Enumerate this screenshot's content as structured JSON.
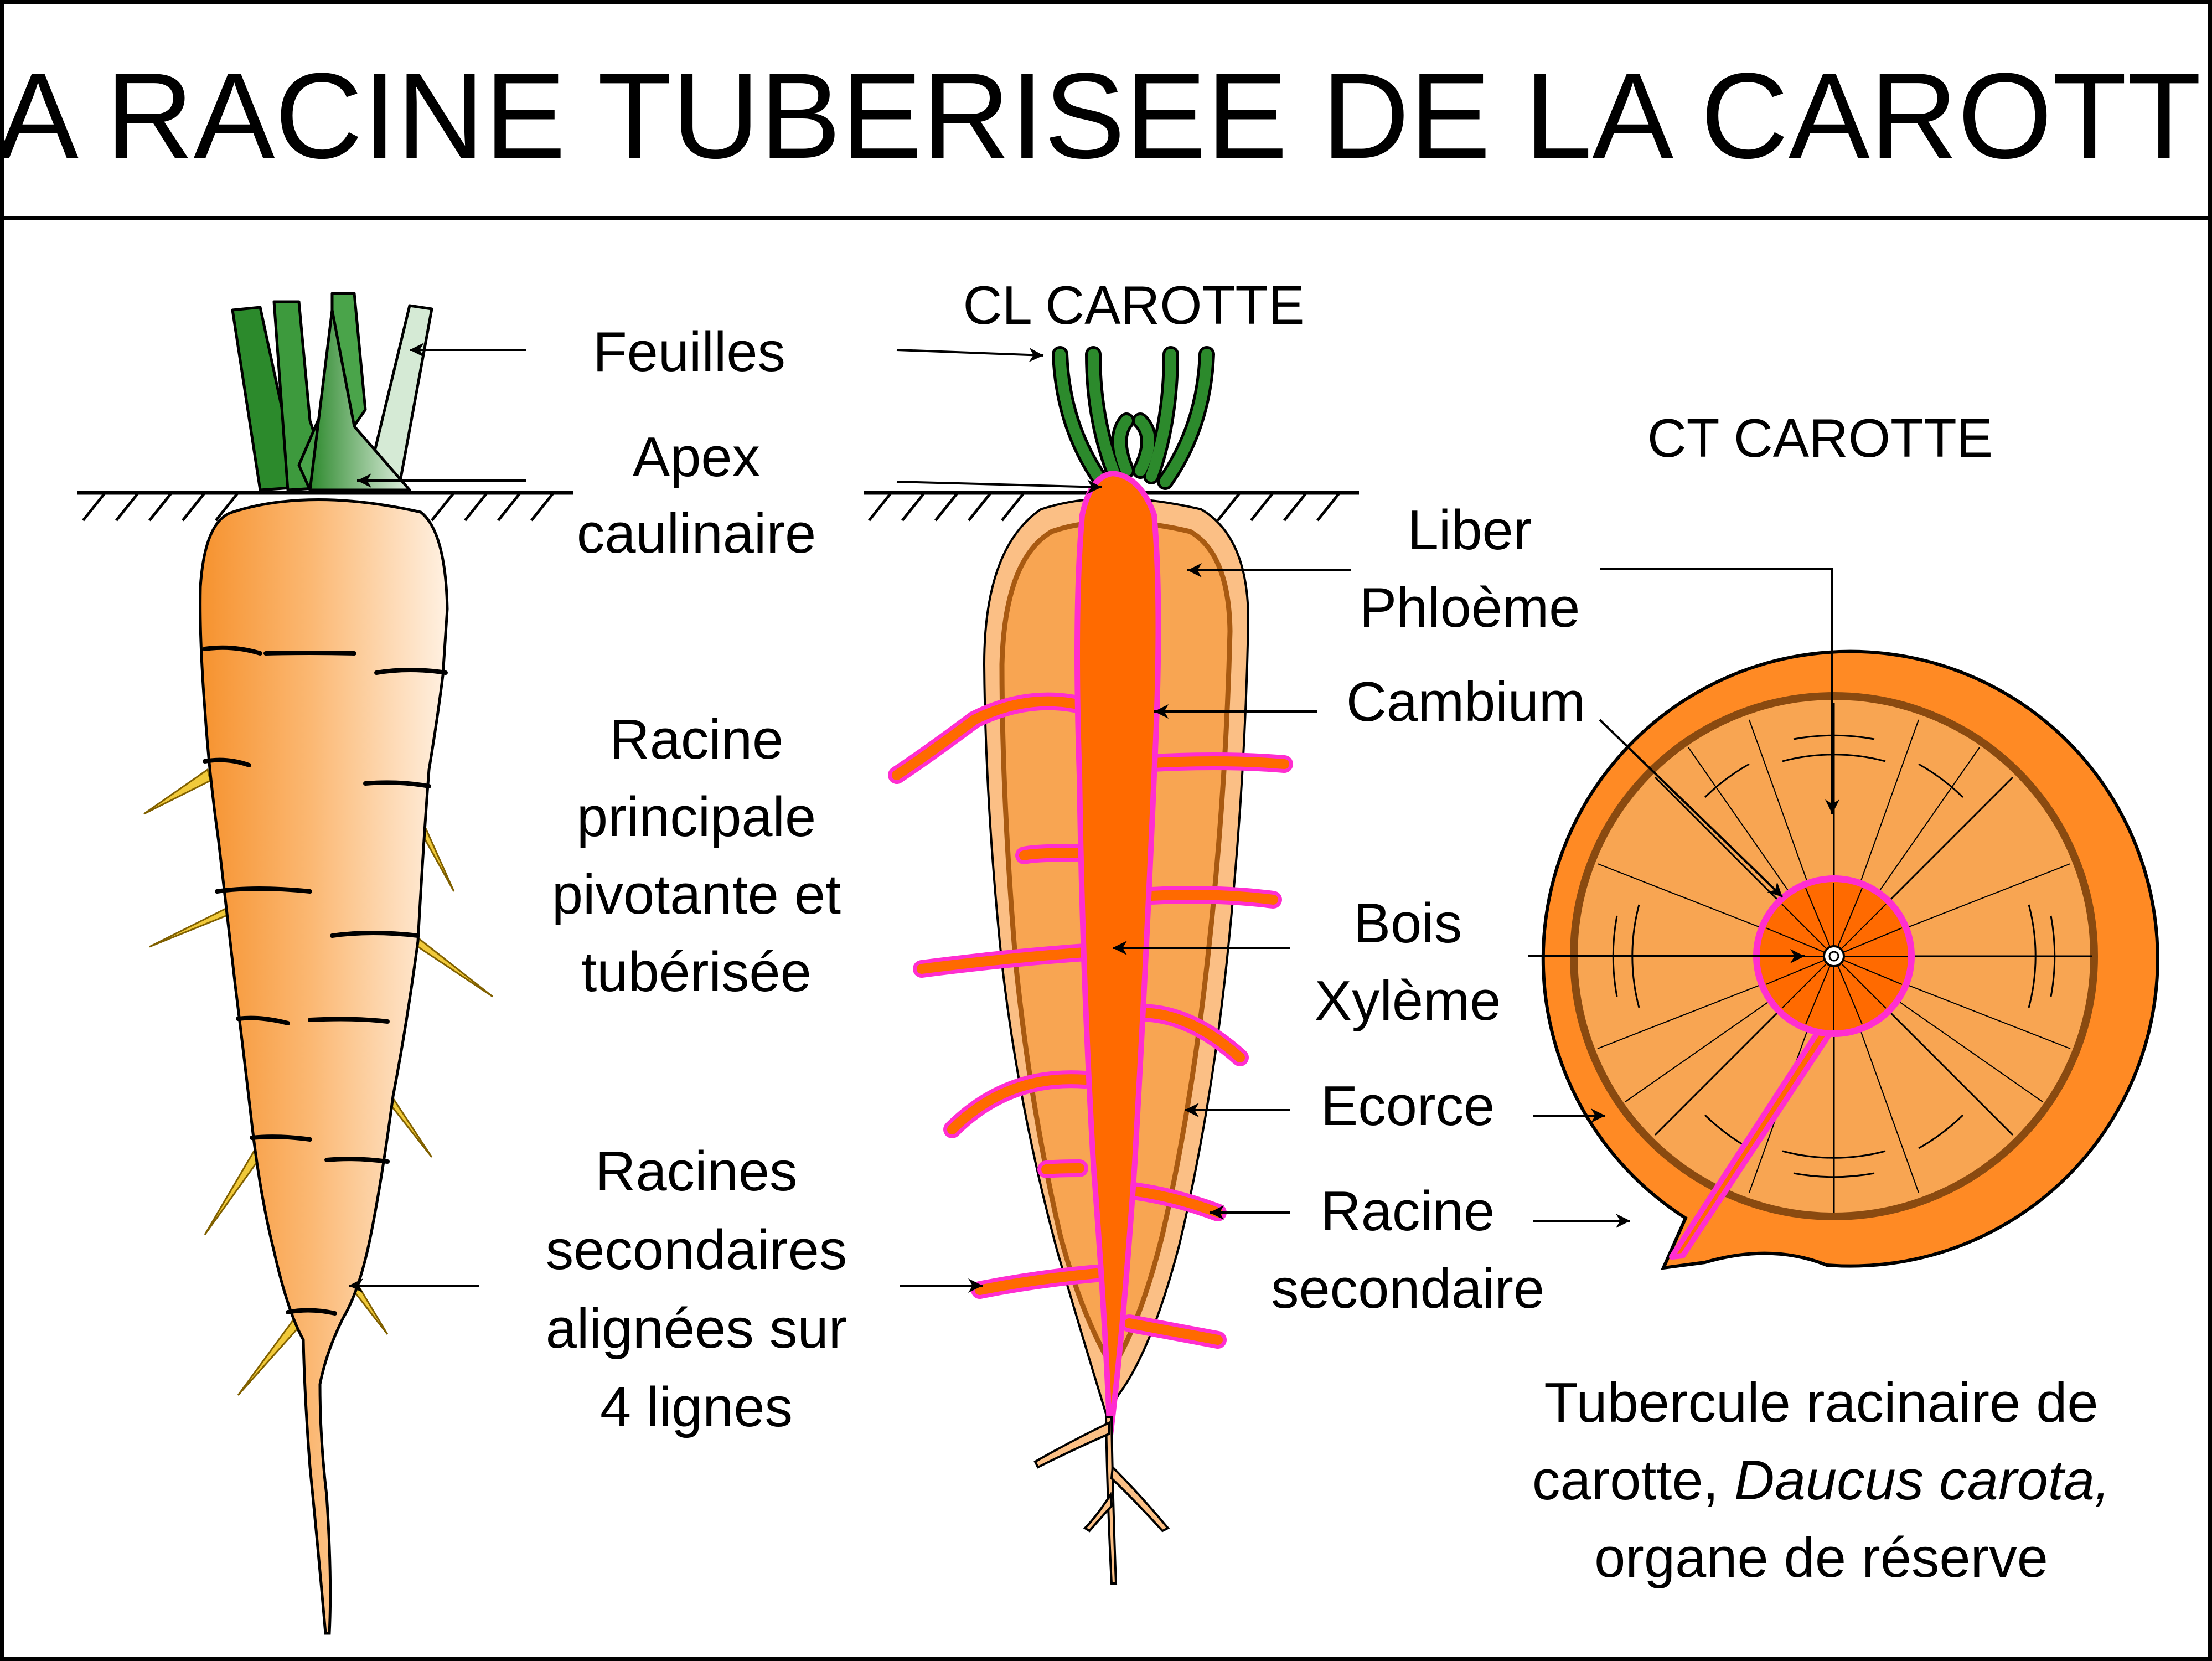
{
  "title": "LA RACINE TUBERISEE DE LA CAROTTE",
  "sections": {
    "cl": "CL CAROTTE",
    "ct": "CT CAROTTE"
  },
  "labels": {
    "feuilles": "Feuilles",
    "apex_1": "Apex",
    "apex_2": "caulinaire",
    "racine_principale_1": "Racine",
    "racine_principale_2": "principale",
    "racine_principale_3": "pivotante et",
    "racine_principale_4": "tubérisée",
    "racines_secondaires_1": "Racines",
    "racines_secondaires_2": "secondaires",
    "racines_secondaires_3": "alignées sur",
    "racines_secondaires_4": "4 lignes",
    "liber": "Liber",
    "phloeme": "Phloème",
    "cambium": "Cambium",
    "bois": "Bois",
    "xyleme": "Xylème",
    "ecorce": "Ecorce",
    "racine_secondaire_1": "Racine",
    "racine_secondaire_2": "secondaire"
  },
  "caption": {
    "line1": "Tubercule racinaire de",
    "line2_a": "carotte, ",
    "line2_b": "Daucus carota,",
    "line3": "organe de réserve"
  },
  "colors": {
    "carrot_light": "#fde8d2",
    "carrot_mid": "#f8a552",
    "carrot_core": "#ff6a00",
    "carrot_dark": "#a85a12",
    "leaf_green": "#2c8a2c",
    "leaf_light": "#cfe6cf",
    "secondary_root": "#e6c22e",
    "cambium_pink": "#ff2ed0"
  }
}
